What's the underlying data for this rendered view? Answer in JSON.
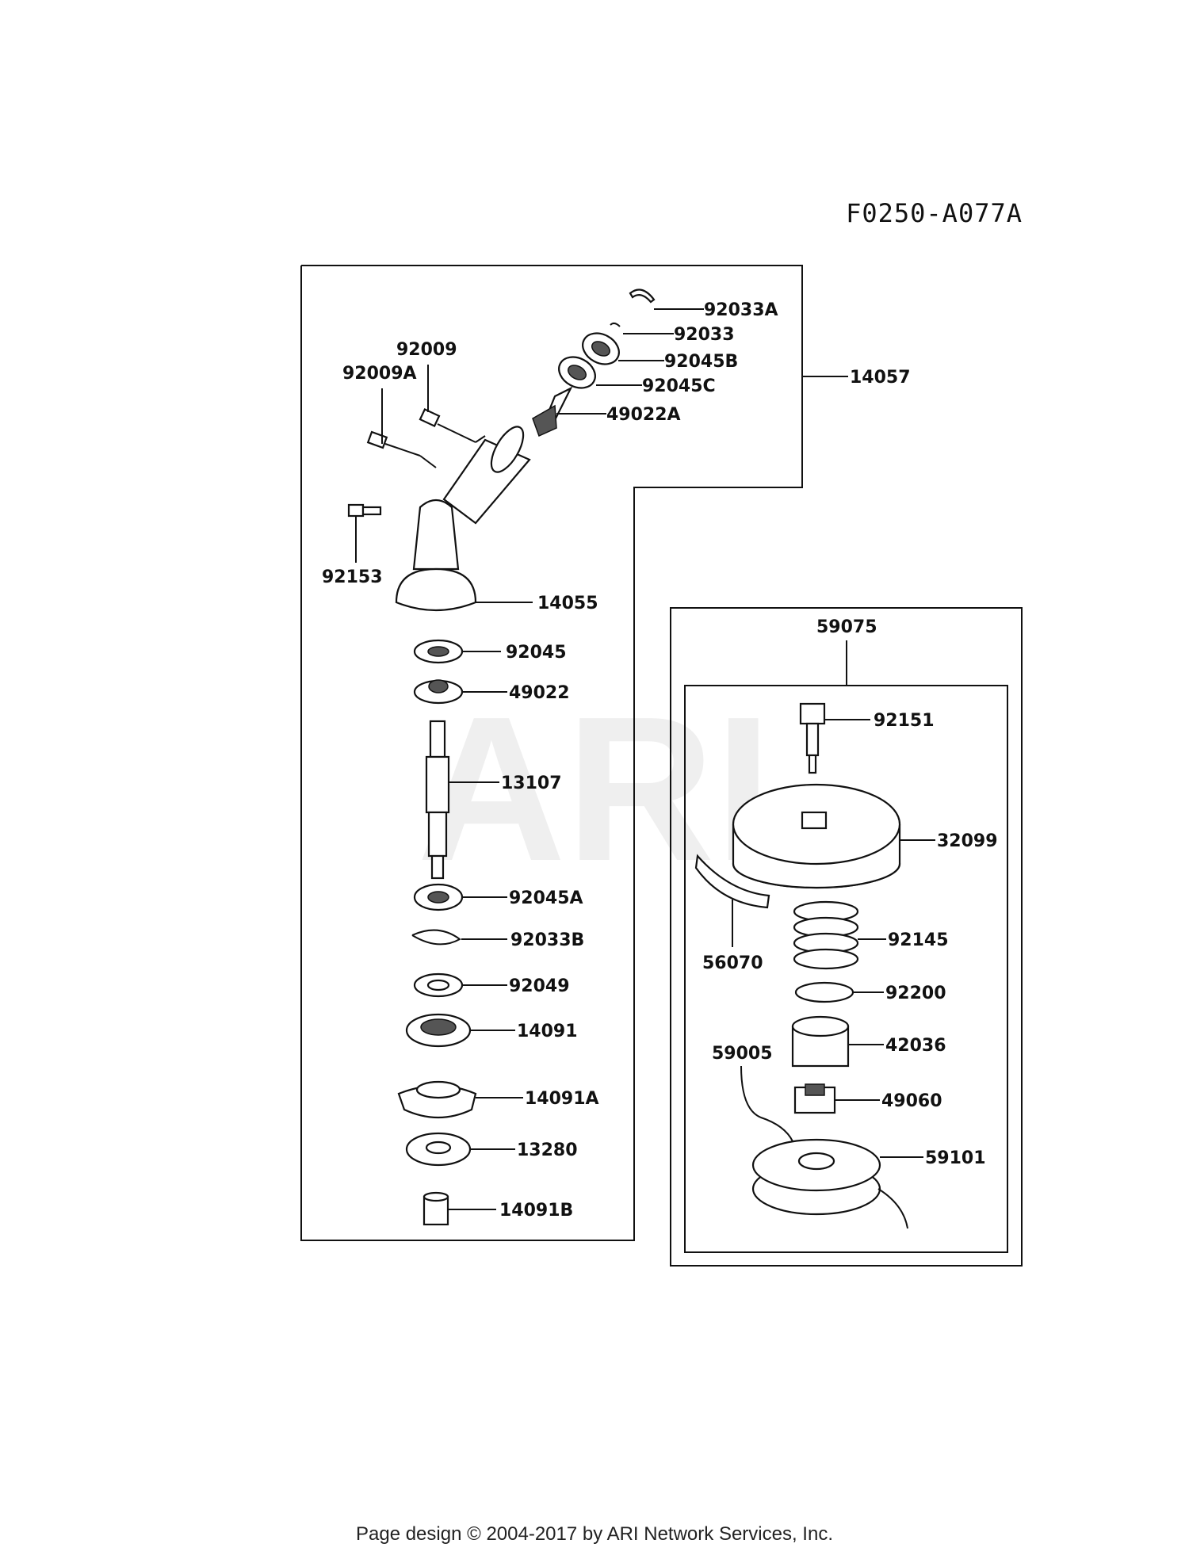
{
  "diagram_code": "F0250-A077A",
  "watermark": "ARI",
  "footer": "Page design © 2004-2017 by ARI Network Services, Inc.",
  "labels": {
    "p92033A": "92033A",
    "p92033": "92033",
    "p92045B": "92045B",
    "p92045C": "92045C",
    "p49022A": "49022A",
    "p14057": "14057",
    "p92009": "92009",
    "p92009A": "92009A",
    "p92153": "92153",
    "p14055": "14055",
    "p92045": "92045",
    "p49022": "49022",
    "p13107": "13107",
    "p92045A": "92045A",
    "p92033B": "92033B",
    "p92049": "92049",
    "p14091": "14091",
    "p14091A": "14091A",
    "p13280": "13280",
    "p14091B": "14091B",
    "p59075": "59075",
    "p92151": "92151",
    "p32099": "32099",
    "p56070": "56070",
    "p92145": "92145",
    "p92200": "92200",
    "p59005": "59005",
    "p42036": "42036",
    "p49060": "49060",
    "p59101": "59101"
  }
}
